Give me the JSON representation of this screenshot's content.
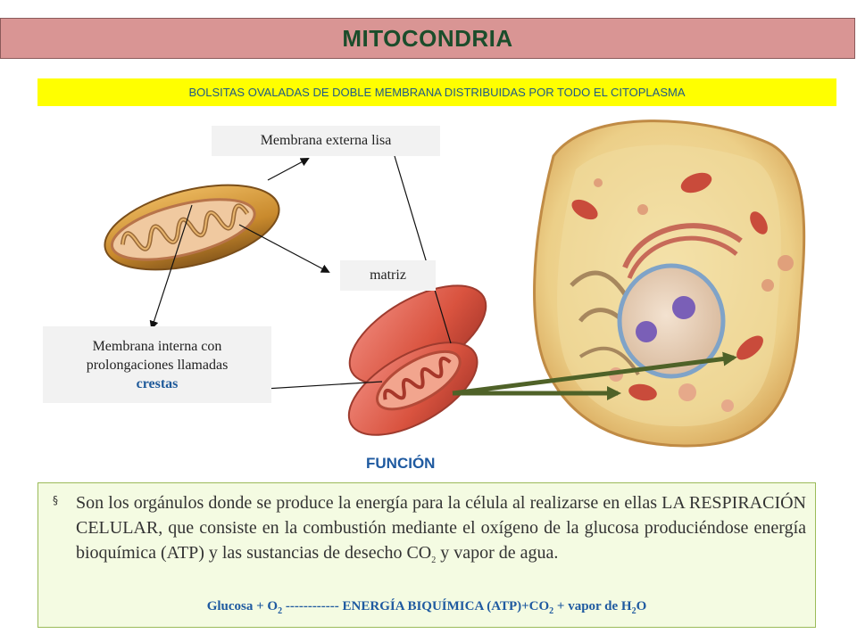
{
  "title": "MITOCONDRIA",
  "subtitle": "BOLSITAS OVALADAS DE DOBLE MEMBRANA DISTRIBUIDAS POR TODO EL CITOPLASMA",
  "labels": {
    "externa": "Membrana externa lisa",
    "matriz": "matriz",
    "interna_line1": "Membrana interna con",
    "interna_line2": "prolongaciones llamadas",
    "crestas": "crestas"
  },
  "funcion": {
    "heading": "FUNCIÓN",
    "bullet": "§",
    "text_a": "Son los orgánulos donde se produce la energía para la célula al realizarse en ellas LA RESPIRACIÓN CELULAR, que consiste en la combustión mediante el oxígeno de la glucosa produciéndose energía bioquímica (ATP) y las sustancias de desecho CO",
    "text_sub": "2",
    "text_b": " y vapor de agua.",
    "eq_a": "Glucosa + O",
    "eq_sub1": "2",
    "eq_b": " ------------ ENERGÍA BIQUÍMICA (ATP)+CO",
    "eq_sub2": "2",
    "eq_c": " + vapor de H",
    "eq_sub3": "2",
    "eq_d": "O"
  },
  "colors": {
    "title_bg": "#d99594",
    "subtitle_bg": "#ffff00",
    "arrow_green": "#4f6228",
    "heading_blue": "#1f5aa0",
    "func_bg": "#f4fbe2"
  }
}
